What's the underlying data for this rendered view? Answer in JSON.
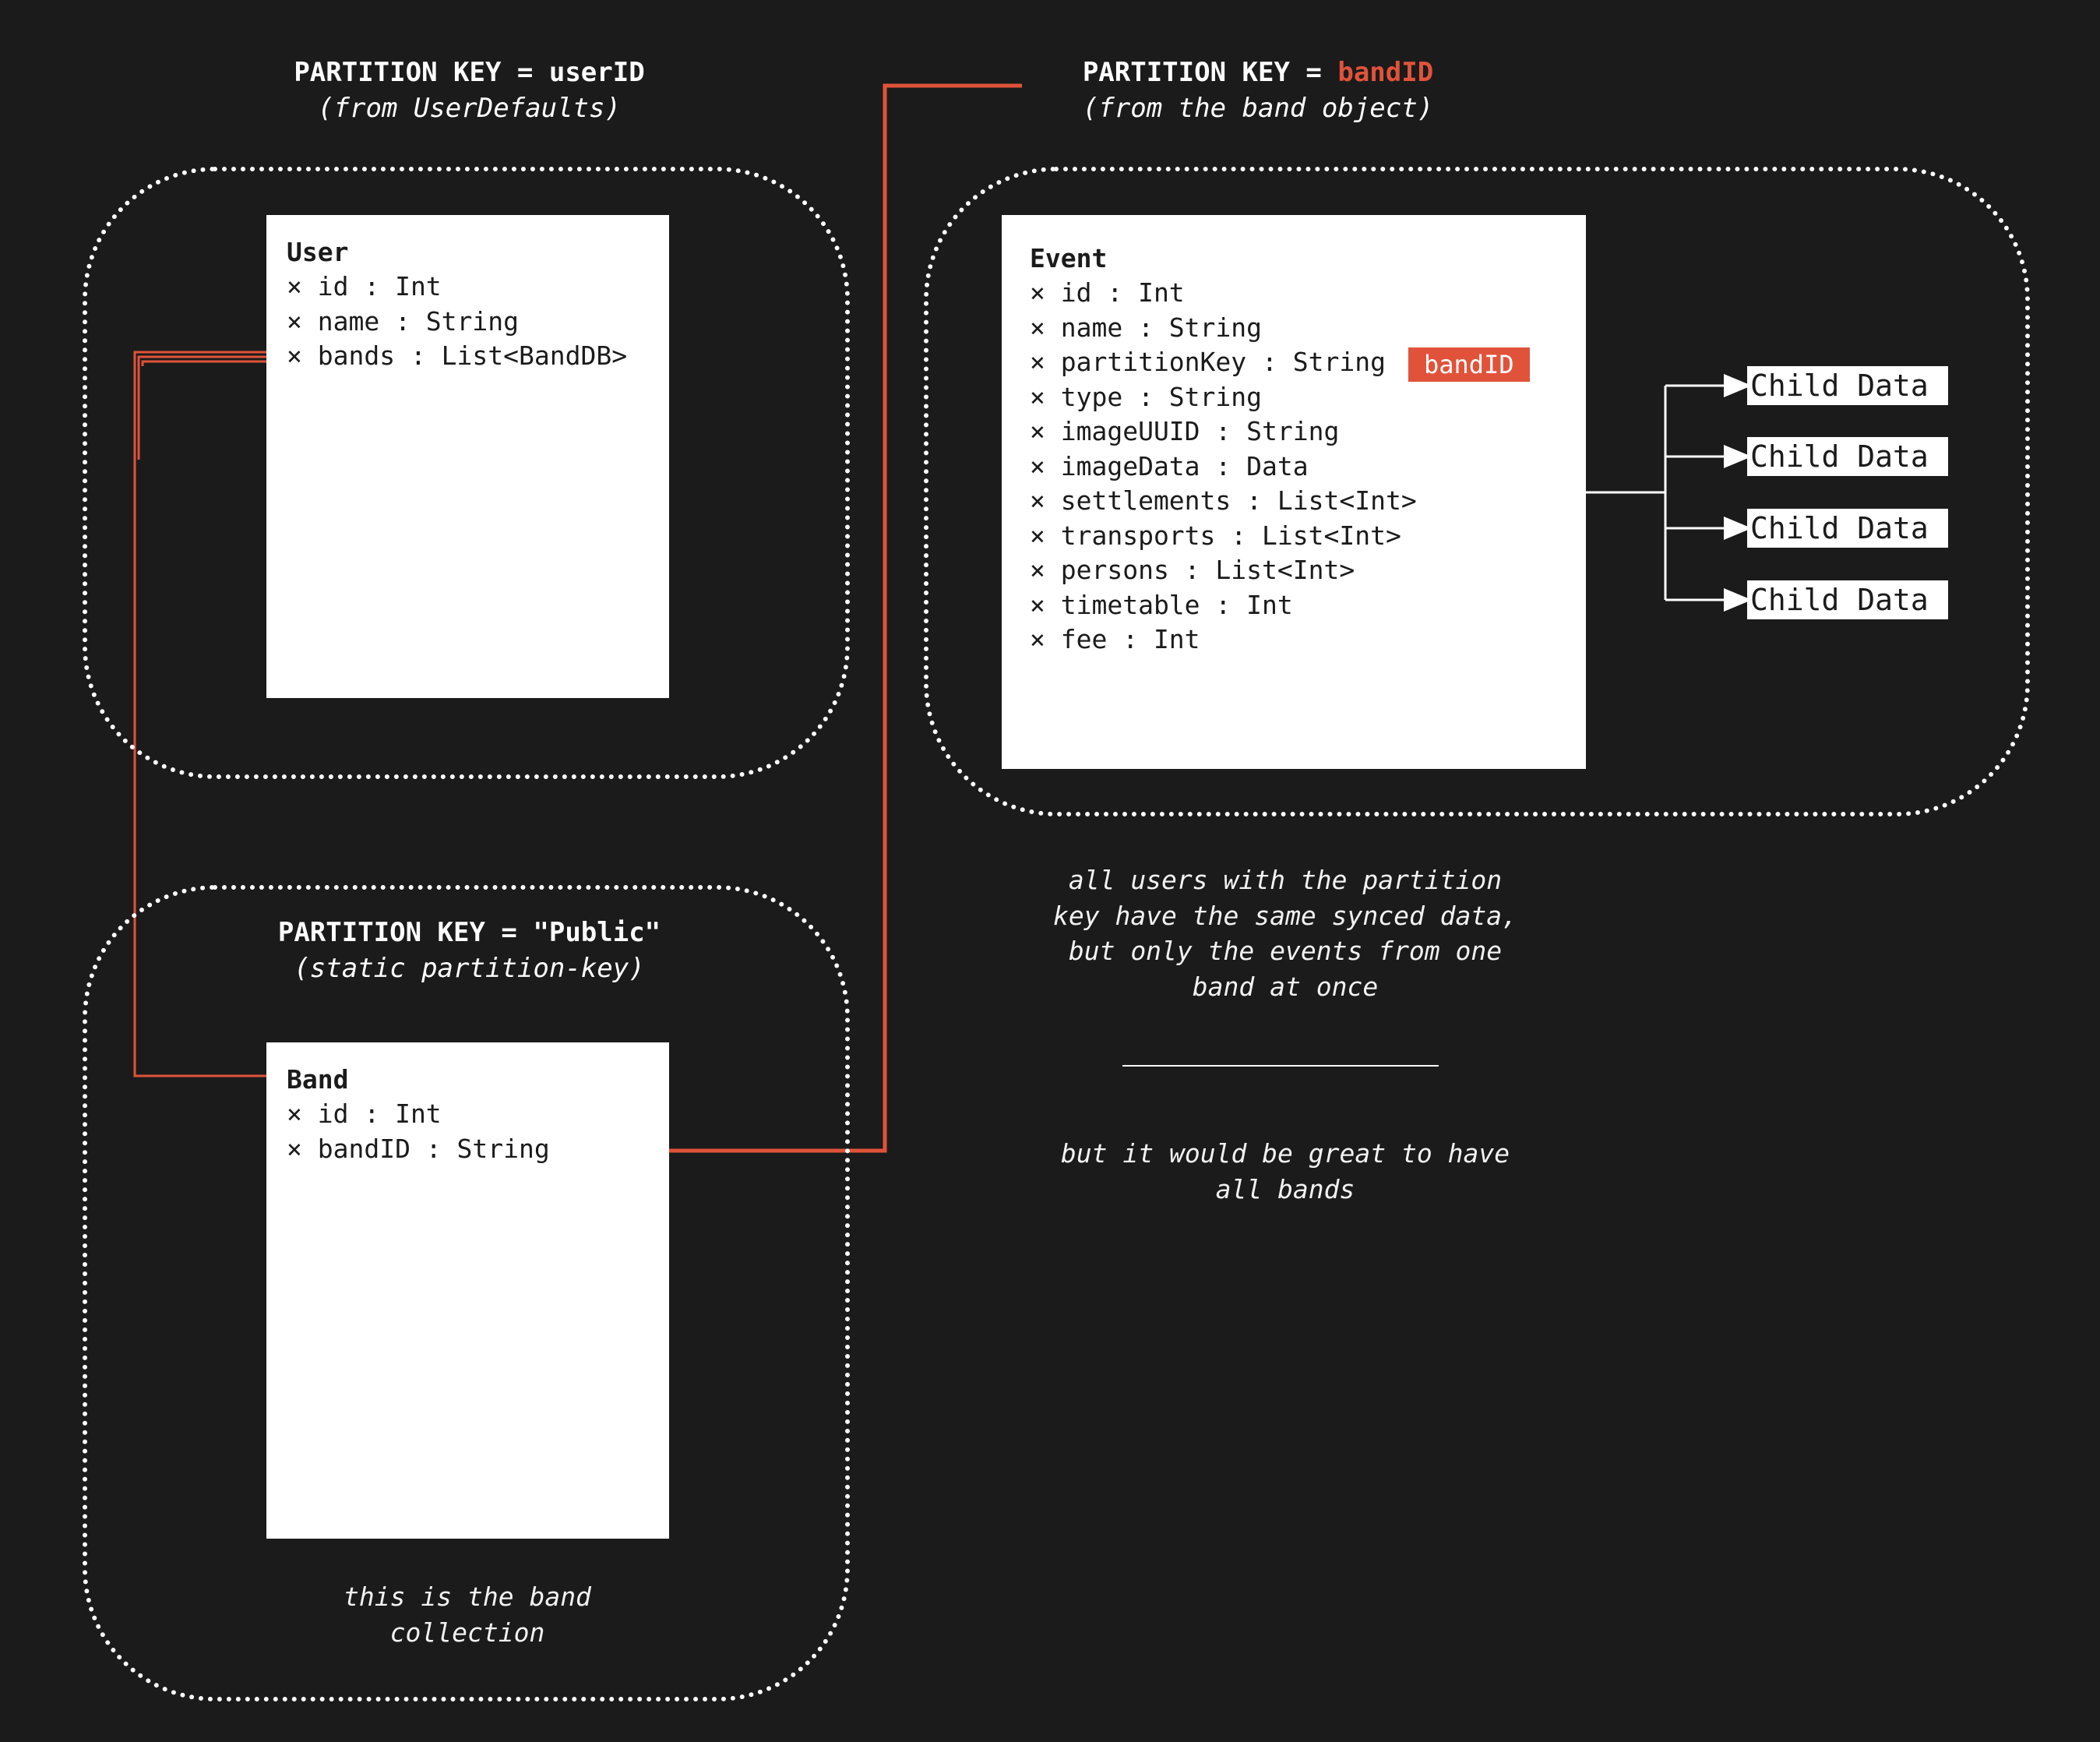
{
  "colors": {
    "background": "#1b1b1b",
    "accent": "#e0533a",
    "card": "#ffffff",
    "text": "#ffffff"
  },
  "user_partition": {
    "key_label": "PARTITION KEY = userID",
    "subtitle": "(from UserDefaults)",
    "entity": {
      "title": "User",
      "fields": [
        "× id : Int",
        "× name : String",
        "× bands : List<BandDB>"
      ]
    }
  },
  "band_partition": {
    "key_prefix": "PARTITION KEY = ",
    "key_value": "bandID",
    "subtitle": "(from the band object)",
    "entity": {
      "title": "Event",
      "fields": [
        "× id : Int",
        "× name : String",
        "× partitionKey : String",
        "× type : String",
        "× imageUUID : String",
        "× imageData : Data",
        "× settlements : List<Int>",
        "× transports : List<Int>",
        "× persons : List<Int>",
        "× timetable : Int",
        "× fee : Int"
      ],
      "partition_badge": "bandID"
    },
    "children": [
      "Child Data",
      "Child Data",
      "Child Data",
      "Child Data"
    ]
  },
  "public_partition": {
    "key_label": "PARTITION KEY = \"Public\"",
    "subtitle": "(static partition-key)",
    "entity": {
      "title": "Band",
      "fields": [
        "× id : Int",
        "× bandID : String"
      ]
    },
    "note": "this is the band\ncollection"
  },
  "notes": {
    "sync_note": "all users with the partition\nkey have the same synced data,\nbut only the events from one\nband at once",
    "wish_note": "but it would be great to have\nall bands"
  }
}
